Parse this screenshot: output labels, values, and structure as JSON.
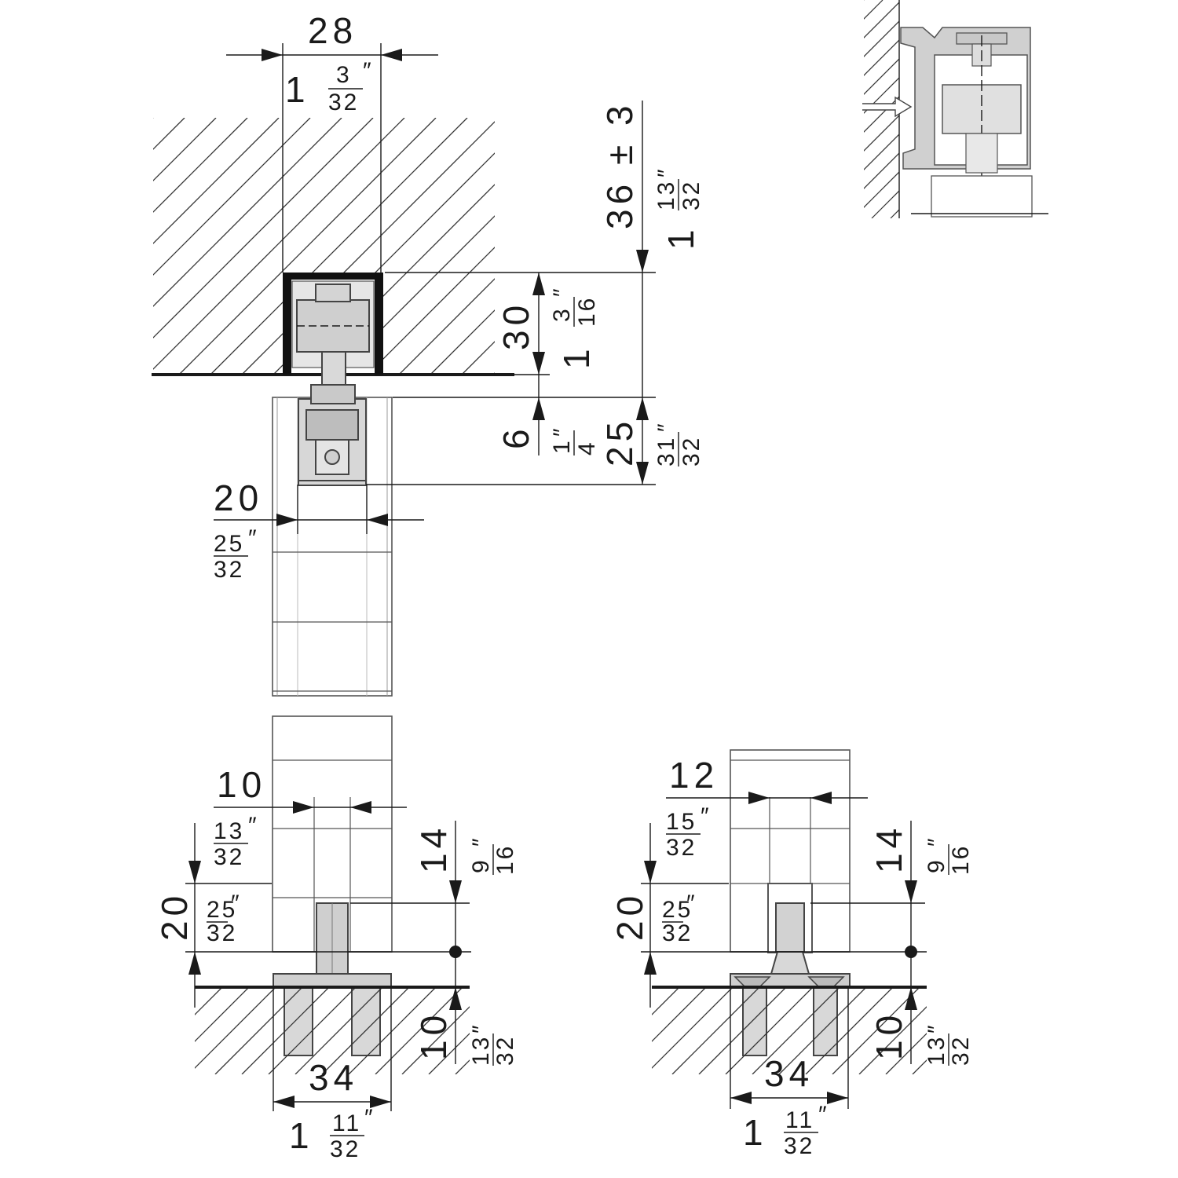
{
  "colors": {
    "line": "#1a1a1a",
    "hatch": "#333333",
    "part_fill": "#d9d9d9",
    "part_dark": "#9a9a9a",
    "profile": "#111111"
  },
  "icons": [
    "arrow-head-icon",
    "center-dot-icon",
    "inline-arrow-icon"
  ],
  "top_view": {
    "width": {
      "mm": "28",
      "inch_whole": "1",
      "inch_num": "3",
      "inch_den": "32",
      "inch_mark": "″"
    },
    "clearance": {
      "mm": "36 ± 3",
      "inch_whole": "1",
      "inch_num": "13",
      "inch_den": "32",
      "inch_mark": "″"
    },
    "track_height": {
      "mm": "30",
      "inch_whole": "1",
      "inch_num": "3",
      "inch_den": "16",
      "inch_mark": "″"
    },
    "gap": {
      "mm": "6",
      "inch_num": "1",
      "inch_den": "4",
      "inch_mark": "″"
    },
    "hanger_height": {
      "mm": "25",
      "inch_num": "31",
      "inch_den": "32",
      "inch_mark": "″"
    },
    "groove_width": {
      "mm": "20",
      "inch_num": "25",
      "inch_den": "32",
      "inch_mark": "″"
    }
  },
  "bottom_left": {
    "guide_width": {
      "mm": "10",
      "inch_num": "13",
      "inch_den": "32",
      "inch_mark": "″"
    },
    "guide_height": {
      "mm": "20",
      "inch_num": "25",
      "inch_den": "32",
      "inch_mark": "″"
    },
    "engagement": {
      "mm": "14",
      "inch_num": "9",
      "inch_den": "16",
      "inch_mark": "″"
    },
    "floor_gap": {
      "mm": "10",
      "inch_num": "13",
      "inch_den": "32",
      "inch_mark": "″"
    },
    "base_width": {
      "mm": "34",
      "inch_whole": "1",
      "inch_num": "11",
      "inch_den": "32",
      "inch_mark": "″"
    }
  },
  "bottom_right": {
    "guide_width": {
      "mm": "12",
      "inch_num": "15",
      "inch_den": "32",
      "inch_mark": "″"
    },
    "guide_height": {
      "mm": "20",
      "inch_num": "25",
      "inch_den": "32",
      "inch_mark": "″"
    },
    "engagement": {
      "mm": "14",
      "inch_num": "9",
      "inch_den": "16",
      "inch_mark": "″"
    },
    "floor_gap": {
      "mm": "10",
      "inch_num": "13",
      "inch_den": "32",
      "inch_mark": "″"
    },
    "base_width": {
      "mm": "34",
      "inch_whole": "1",
      "inch_num": "11",
      "inch_den": "32",
      "inch_mark": "″"
    }
  }
}
